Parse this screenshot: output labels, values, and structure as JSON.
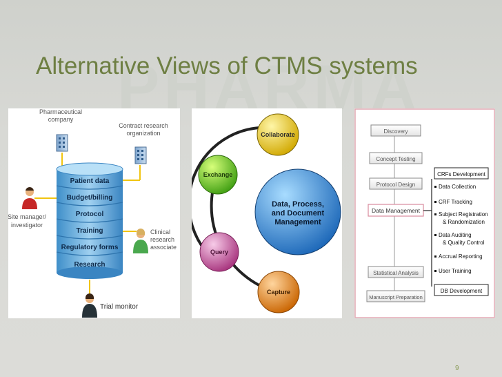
{
  "slide": {
    "title": "Alternative Views of CTMS systems",
    "page_number": "9",
    "background_mark": "PHARMA"
  },
  "panel1": {
    "stakeholders": {
      "pharma": [
        "Pharmaceutical",
        "company"
      ],
      "cro": [
        "Contract research",
        "organization"
      ],
      "site": [
        "Site manager/",
        "investigator"
      ],
      "clinical": [
        "Clinical",
        "research",
        "associate"
      ],
      "monitor": "Trial  monitor"
    },
    "db_layers": [
      "Patient data",
      "Budget/billing",
      "Protocol",
      "Training",
      "Regulatory forms",
      "Research"
    ]
  },
  "panel2": {
    "center": [
      "Data, Process,",
      "and Document",
      "Management"
    ],
    "nodes": {
      "collaborate": "Collaborate",
      "exchange": "Exchange",
      "query": "Query",
      "capture": "Capture"
    }
  },
  "panel3": {
    "steps": [
      "Discovery",
      "Concept Testing",
      "Protocol Design",
      "Data Management",
      "Statistical Analysis",
      "Manuscript Preparation"
    ],
    "crf_header": "CRFs Development",
    "bullets": [
      [
        "Data Collection"
      ],
      [
        "CRF Tracking"
      ],
      [
        "Subject Registration",
        "& Randomization"
      ],
      [
        "Data Auditing",
        "& Quality Control"
      ],
      [
        "Accrual Reporting"
      ],
      [
        "User Training"
      ]
    ],
    "db_footer": "DB Development"
  }
}
